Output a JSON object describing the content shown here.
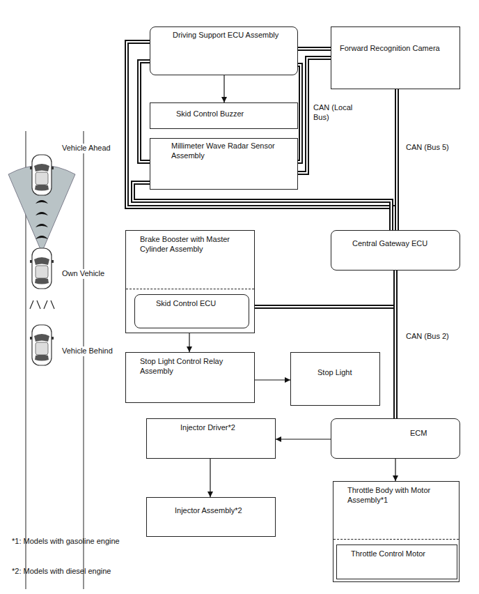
{
  "diagram": {
    "nodes": [
      {
        "text": [
          "Driving Support ECU Assembly"
        ]
      },
      {
        "text": [
          "Forward Recognition Camera"
        ]
      },
      {
        "text": [
          "Skid Control Buzzer"
        ]
      },
      {
        "text": [
          "Millimeter Wave Radar Sensor Assembly"
        ]
      },
      {
        "text": [
          "Brake Booster with Master Cylinder Assembly"
        ]
      },
      {
        "text": [
          "Skid Control ECU"
        ],
        "in": 4
      },
      {
        "text": [
          "Central Gateway ECU"
        ]
      },
      {
        "text": [
          "Stop Light Control Relay Assembly"
        ]
      },
      {
        "text": [
          "Stop Light"
        ]
      },
      {
        "text": [
          "Injector Driver*2"
        ]
      },
      {
        "text": [
          "ECM"
        ]
      },
      {
        "text": [
          "Injector Assembly*2"
        ]
      },
      {
        "text": [
          "Throttle Body with Motor Assembly*1"
        ]
      },
      {
        "text": [
          "Throttle Control Motor"
        ],
        "in": 12
      }
    ],
    "edges": [
      {
        "from": 0,
        "to": 2,
        "arrow": "to"
      },
      {
        "from": 0,
        "to": 1,
        "arrow": "none"
      },
      {
        "from": 0,
        "to": 3,
        "arrow": "none",
        "label": "CAN (Local Bus)"
      },
      {
        "from": 0,
        "to": 3,
        "arrow": "none"
      },
      {
        "from": 3,
        "to": 1,
        "arrow": "none"
      },
      {
        "from": 0,
        "to": 6,
        "arrow": "none"
      },
      {
        "from": 3,
        "to": 6,
        "arrow": "none"
      },
      {
        "from": 1,
        "to": 6,
        "arrow": "none",
        "label": "CAN (Bus 5)"
      },
      {
        "from": 5,
        "to": 6,
        "arrow": "none"
      },
      {
        "from": 6,
        "to": 10,
        "arrow": "none",
        "label": "CAN (Bus 2)"
      },
      {
        "from": 5,
        "to": 7,
        "arrow": "to"
      },
      {
        "from": 7,
        "to": 8,
        "arrow": "to"
      },
      {
        "from": 10,
        "to": 9,
        "arrow": "to"
      },
      {
        "from": 9,
        "to": 11,
        "arrow": "to"
      },
      {
        "from": 10,
        "to": 12,
        "arrow": "to"
      }
    ],
    "labels": [
      "Vehicle Ahead",
      "Own Vehicle",
      "Vehicle Behind",
      "*1: Models with gasoline engine",
      "*2: Models with diesel engine"
    ]
  }
}
